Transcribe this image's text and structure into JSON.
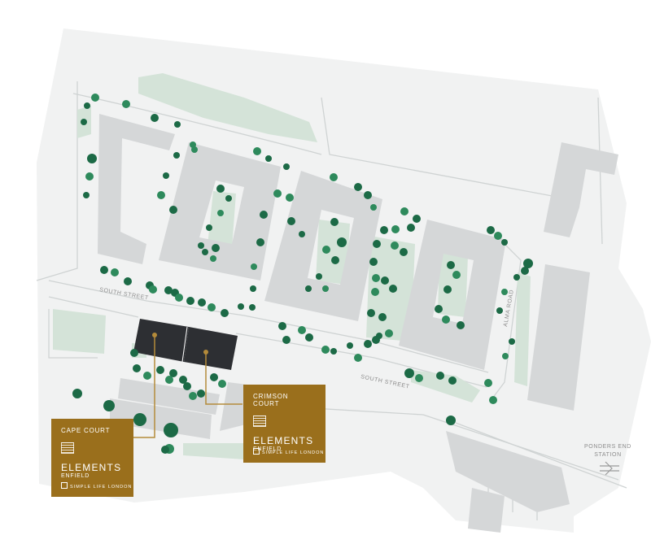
{
  "map": {
    "streets": {
      "south_street_west": "SOUTH STREET",
      "south_street_east": "SOUTH STREET",
      "alma_road": "ALMA ROAD"
    },
    "station": {
      "line1": "PONDERS END",
      "line2": "STATION",
      "icon": "national-rail-icon"
    },
    "colors": {
      "land": "#f1f2f2",
      "road_outline": "#cfd3d3",
      "building": "#d5d7d8",
      "green_space": "#d4e3d8",
      "tree_dark": "#1c6a46",
      "tree_medium": "#2e8a5c",
      "highlight_building": "#2d2f33",
      "card": "#9a6f1c",
      "connector": "#b48b3a"
    }
  },
  "cards": {
    "cape": {
      "court": "CAPE COURT",
      "brand": "ELEMENTS",
      "sub": "ENFIELD",
      "tag": "SIMPLE LIFE LONDON"
    },
    "crimson": {
      "court": "CRIMSON COURT",
      "brand": "ELEMENTS",
      "sub": "ENFIELD",
      "tag": "SIMPLE LIFE LONDON"
    }
  }
}
